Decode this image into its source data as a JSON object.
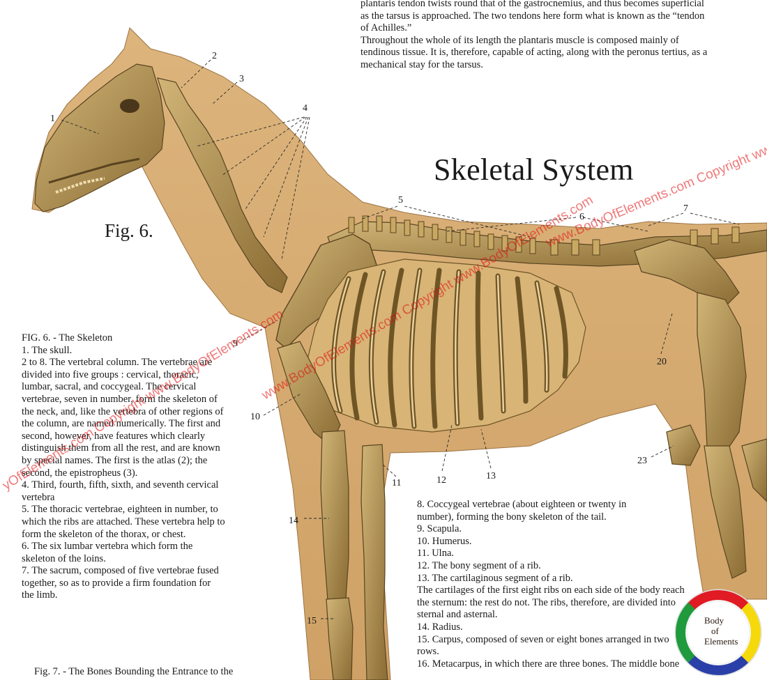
{
  "title": "Skeletal System",
  "figure_label": "Fig. 6.",
  "top_paragraph": [
    "plantaris tendon twists round that of the gastrocnemius, and thus becomes superficial",
    "as the tarsus is approached. The two tendons here form what is known as the “tendon",
    "of Achilles.”",
    "Throughout the whole of its length the plantaris muscle is composed mainly of",
    "tendinous tissue. It is, therefore, capable of acting, along with the peronus tertius, as a",
    "mechanical stay for the tarsus."
  ],
  "left_legend": [
    "FIG. 6. - The Skeleton",
    "1. The skull.",
    "2 to 8. The vertebral column. The vertebrae are",
    "divided into five groups : cervical, thoracic,",
    "lumbar, sacral, and coccygeal. The cervical",
    "vertebrae, seven in number, form the skeleton of",
    "the neck, and, like the vertebra of other regions of",
    "the column, are named numerically. The first and",
    "second, however, have features which clearly",
    "distinguish them from all the rest, and are known",
    "by special names. The first is the atlas (2); the",
    "second, the epistropheus (3).",
    "4. Third, fourth, fifth, sixth, and seventh cervical",
    "vertebra",
    "5. The thoracic vertebrae, eighteen in number, to",
    "which the ribs are attached. These vertebra help to",
    "form the skeleton of the thorax, or chest.",
    "6. The six lumbar vertebra which form the",
    "skeleton of the loins.",
    "7. The sacrum, composed of five vertebrae fused",
    "together, so as to provide a firm foundation for",
    "the limb."
  ],
  "right_legend": [
    "8. Coccygeal vertebrae (about eighteen or twenty in",
    "number), forming the bony skeleton of the tail.",
    "9. Scapula.",
    "10. Humerus.",
    "11. Ulna.",
    "12. The bony segment of a rib.",
    "13. The cartilaginous segment of a rib.",
    "The cartilages of the first eight ribs on each side of the body reach",
    "the sternum: the rest do not. The ribs, therefore, are divided into",
    "sternal and asternal.",
    "14. Radius.",
    "15. Carpus, composed of seven or eight bones arranged in two",
    "rows.",
    "16. Metacarpus, in which there are three bones. The middle bone"
  ],
  "fig7_caption": "Fig. 7. - The Bones Bounding the Entrance to the",
  "callouts": [
    "1",
    "2",
    "3",
    "4",
    "5",
    "6",
    "7",
    "9",
    "10",
    "11",
    "12",
    "13",
    "14",
    "15",
    "20",
    "23"
  ],
  "watermark": {
    "left": "yOfElements.com Copyright www.BodyOfElements.com",
    "center": "www.BodyOfElements.com Copyright www.BodyOfElements.com",
    "right": "www.BodyOfElements.com Copyright www.BodyOfElements.com Copyri"
  },
  "logo": {
    "line1": "Body",
    "line2": "of",
    "line3": "Elements"
  },
  "colors": {
    "horse_body": "#d4aa72",
    "bone": "#b8964e",
    "bone_shade": "#6e5526",
    "watermark": "#e10a0a"
  }
}
